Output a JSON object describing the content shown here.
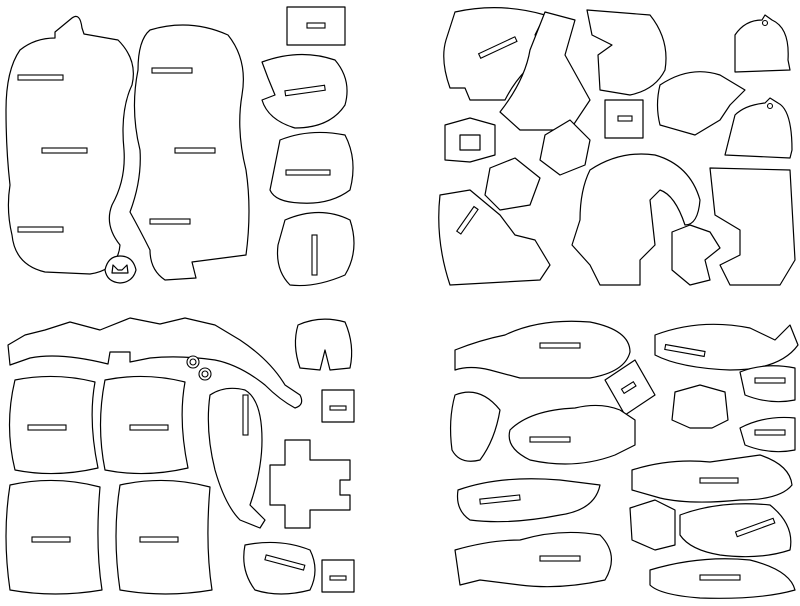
{
  "colors": {
    "background": "#ffffff",
    "stroke": "#000000"
  },
  "sheets": [
    {
      "id": "top-left"
    },
    {
      "id": "top-right"
    },
    {
      "id": "bottom-left"
    },
    {
      "id": "bottom-right"
    }
  ]
}
